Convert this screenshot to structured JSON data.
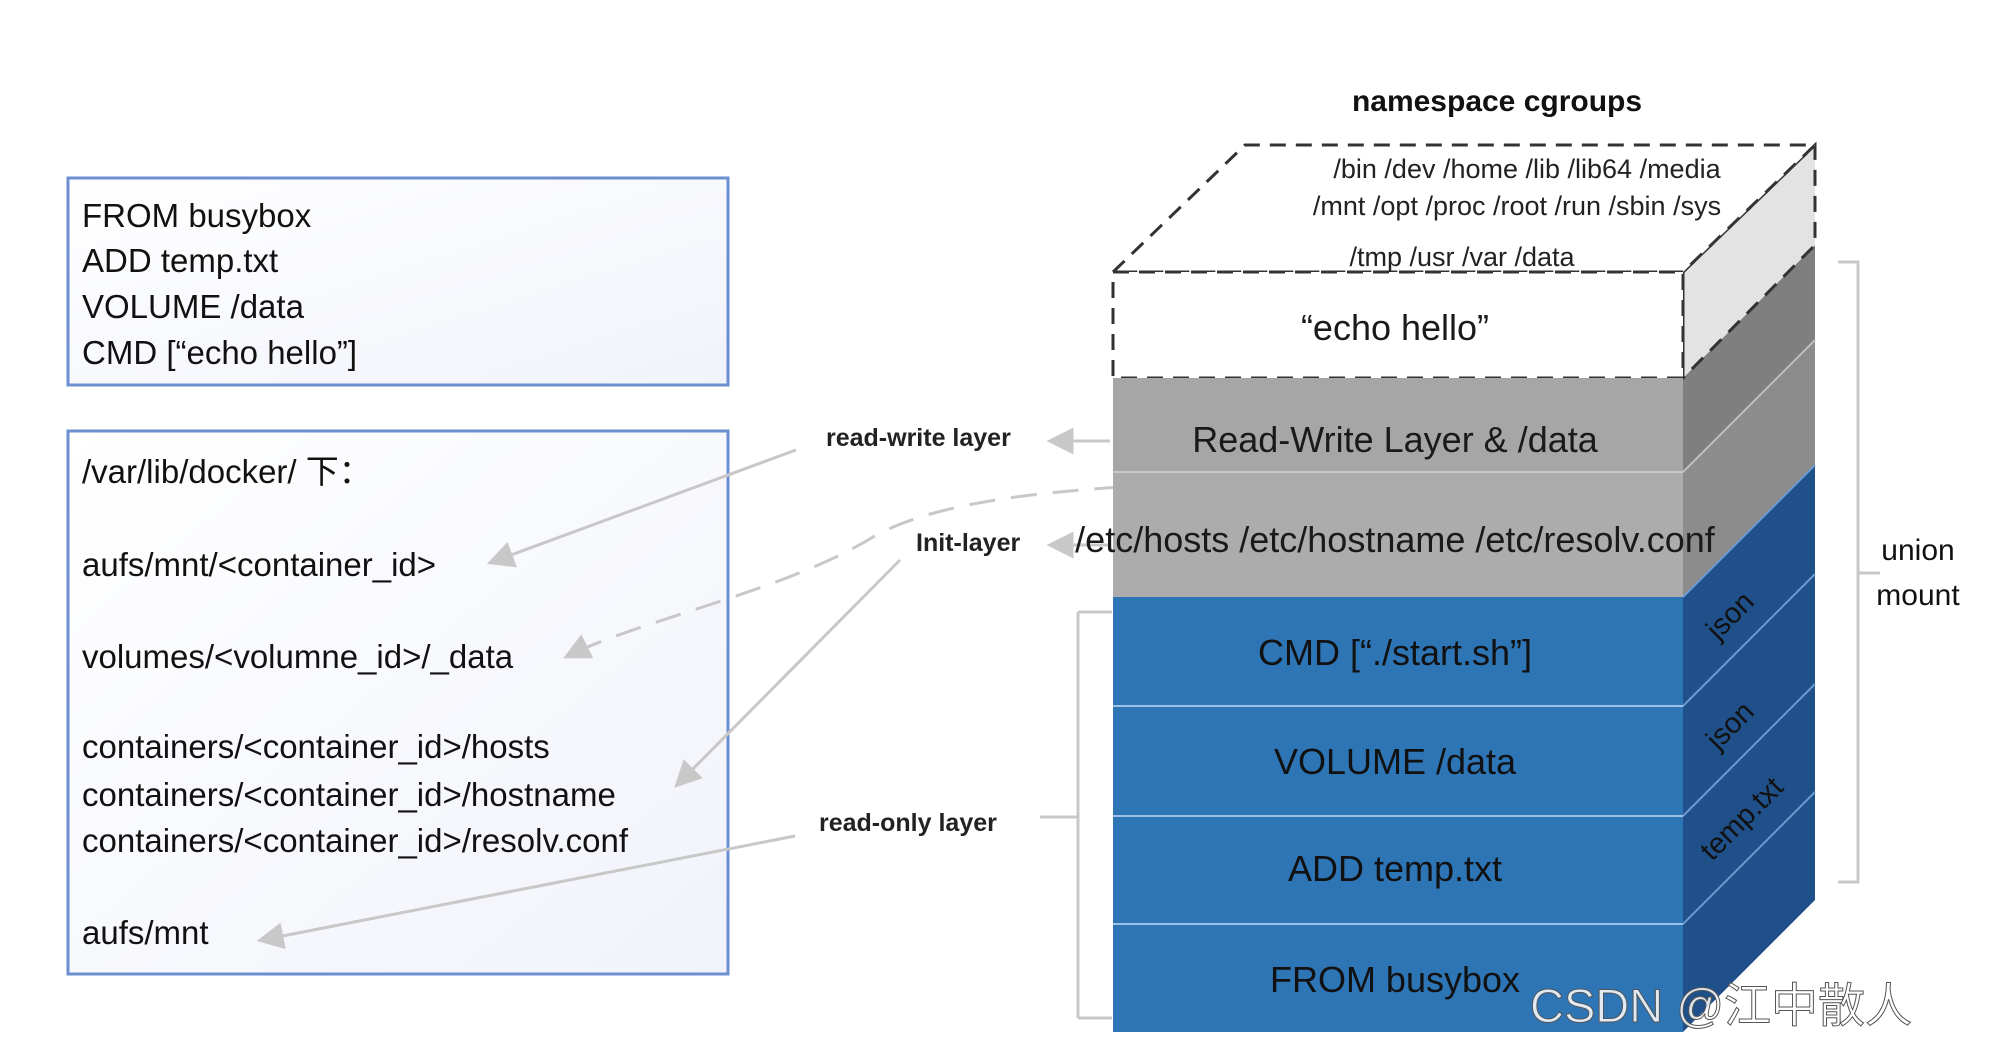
{
  "dockerfile_box": {
    "lines": [
      "FROM busybox",
      "ADD temp.txt",
      "VOLUME /data",
      "CMD [“echo hello”]"
    ]
  },
  "paths_box": {
    "header": "/var/lib/docker/ 下：",
    "rw_path": "aufs/mnt/<container_id>",
    "volume_path": "volumes/<volumne_id>/_data",
    "hosts_path": "containers/<container_id>/hosts",
    "hostname_path": "containers/<container_id>/hostname",
    "resolv_path": "containers/<container_id>/resolv.conf",
    "ro_path": "aufs/mnt"
  },
  "labels": {
    "read_write": "read-write layer",
    "init": "Init-layer",
    "read_only": "read-only layer",
    "union_line1": "union",
    "union_line2": "mount",
    "top_title": "namespace cgroups"
  },
  "stack": {
    "top_line1": "/bin /dev /home /lib /lib64 /media",
    "top_line2": "/mnt /opt /proc /root /run /sbin /sys",
    "top_line3": "/tmp /usr /var /data",
    "echo": "“echo hello”",
    "rw_layer": "Read-Write Layer & /data",
    "init_layer": "/etc/hosts /etc/hostname /etc/resolv.conf",
    "cmd_layer": "CMD [“./start.sh”]",
    "volume_layer": "VOLUME /data",
    "add_layer": "ADD temp.txt",
    "from_layer": "FROM busybox",
    "side_json1": "json",
    "side_json2": "json",
    "side_temp": "temp.txt"
  },
  "watermark": "CSDN @江中散人",
  "colors": {
    "blue_front": "#2e75b6",
    "blue_side": "#1f5089",
    "gray_front": "#a6a6a6",
    "gray_side": "#7f7f7f",
    "box_border": "#6d8fd2",
    "arrow": "#c8c8c8"
  }
}
